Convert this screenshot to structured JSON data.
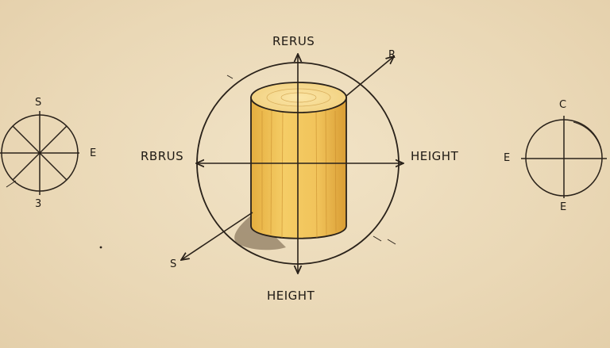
{
  "diagram": {
    "top_label": "RERUS",
    "left_label": "RBRUS",
    "right_label": "HEIGHT",
    "bottom_label": "HEIGHT",
    "diag_top_label": "R",
    "diag_bottom_label": "S"
  },
  "left_compass": {
    "north": "S",
    "east": "E",
    "south": "3"
  },
  "right_compass": {
    "north": "C",
    "west": "E",
    "south": "E"
  },
  "colors": {
    "background": "#ecdcbc",
    "cylinder_fill": "#f0c45a",
    "cylinder_shadow": "#d9a53c",
    "ink": "#2a221a"
  }
}
